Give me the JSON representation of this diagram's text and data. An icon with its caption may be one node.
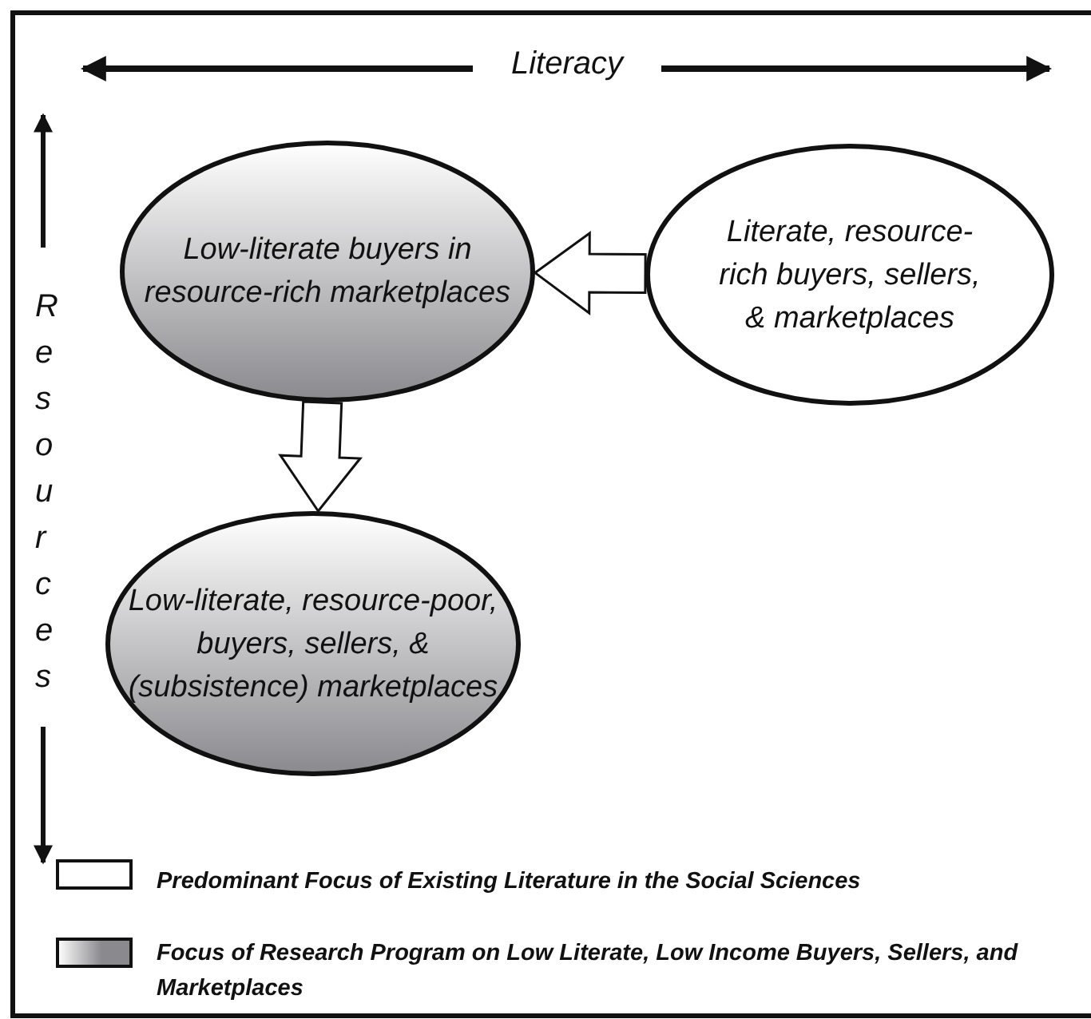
{
  "diagram": {
    "nodes": [
      {
        "text": [
          "Low-literate buyers in resource-rich marketplaces"
        ]
      },
      {
        "text": [
          "Literate, resource-rich buyers, sellers, & marketplaces"
        ]
      },
      {
        "text": [
          "Low-literate, resource-poor, buyers, sellers, & (subsistence) marketplaces"
        ]
      }
    ],
    "edges": [
      {
        "from": 1,
        "to": 0,
        "arrow": "to"
      },
      {
        "from": 0,
        "to": 2,
        "arrow": "to"
      }
    ],
    "labels": [
      "Literacy",
      "Resources"
    ],
    "legend": [
      {
        "text": "Predominant Focus of Existing Literature in the Social Sciences",
        "color": "#ffffff"
      },
      {
        "text": "Focus of Research Program on Low Literate, Low Income Buyers, Sellers, and Marketplaces",
        "color": "#8a8a8e"
      }
    ]
  }
}
